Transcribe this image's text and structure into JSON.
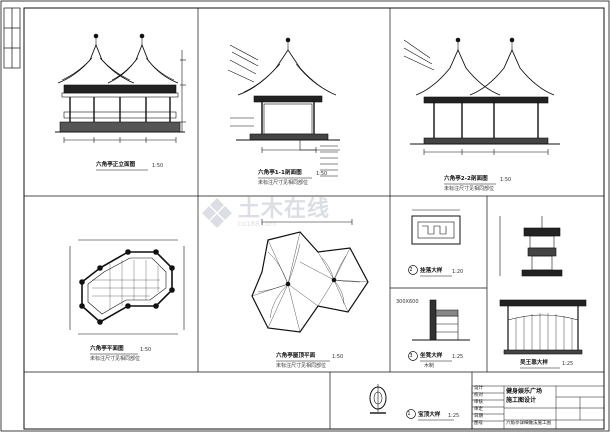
{
  "watermark": {
    "text": "土木在线",
    "sub": "co188.com"
  },
  "views": {
    "elevation": {
      "title": "六角亭正立面图",
      "scale": "1:50"
    },
    "section11": {
      "title": "六角亭1-1剖面图",
      "scale": "1:50",
      "note": "未标注尺寸见相同部位"
    },
    "section22": {
      "title": "六角亭2-2剖面图",
      "scale": "1:50",
      "note": "未标注尺寸见相同部位"
    },
    "plan": {
      "title": "六角亭平面图",
      "scale": "1:50",
      "note": "未标注尺寸见相同部位"
    },
    "roofplan": {
      "title": "六角亭屋顶平面",
      "scale": "1:50",
      "note": "未标注尺寸见相同部位"
    },
    "detail2": {
      "title": "挂落大样",
      "scale": "1:20"
    },
    "detail3": {
      "title": "坐凳大样",
      "scale": "1:25",
      "sub": "木制"
    },
    "detail4": {
      "title": "吴王靠大样",
      "scale": "1:25"
    },
    "detail1": {
      "title": "宝顶大样",
      "scale": "1:25"
    }
  },
  "labels": {
    "circle2": "2",
    "circle3": "3",
    "circle1": "1",
    "seat_label": "300X600"
  },
  "titleblock": {
    "project": "健身娱乐广场",
    "drawing": "施工图设计",
    "remark": "六角亭详细做法施工图",
    "rows": [
      "设计",
      "校对",
      "审核",
      "审定",
      "日期",
      "图号"
    ]
  }
}
